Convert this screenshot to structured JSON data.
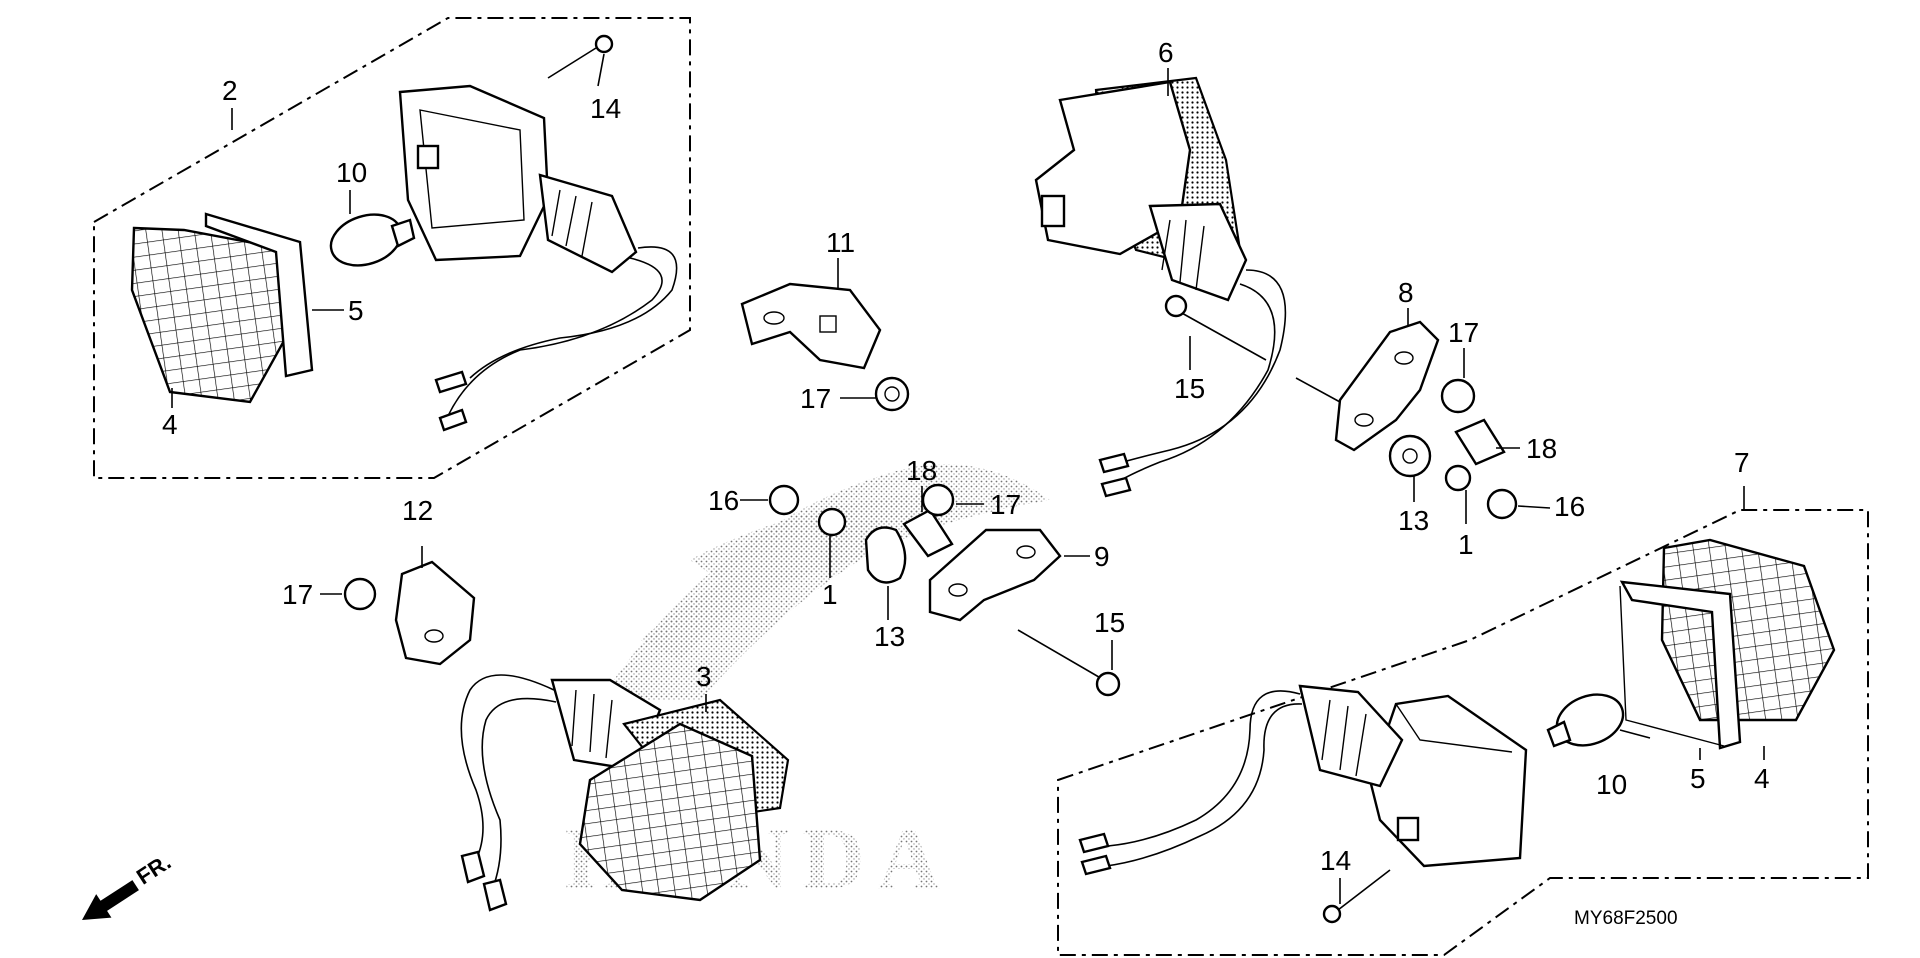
{
  "diagram_code": "MY68F2500",
  "direction_label": "FR.",
  "watermark_text": "HONDA",
  "callouts": {
    "c1_left": "1",
    "c1_right": "1",
    "c2": "2",
    "c3": "3",
    "c4_left": "4",
    "c4_right": "4",
    "c5_left": "5",
    "c5_right": "5",
    "c6": "6",
    "c7": "7",
    "c8": "8",
    "c9": "9",
    "c10_left": "10",
    "c10_right": "10",
    "c11": "11",
    "c12": "12",
    "c13_left": "13",
    "c13_right": "13",
    "c14_top": "14",
    "c14_bottom": "14",
    "c15_top": "15",
    "c15_bottom": "15",
    "c16_left": "16",
    "c16_right": "16",
    "c17_a": "17",
    "c17_b": "17",
    "c17_c": "17",
    "c17_d": "17",
    "c18_left": "18",
    "c18_right": "18"
  },
  "colors": {
    "ink": "#000000",
    "paper": "#ffffff"
  },
  "icons": [
    "front-arrow-icon",
    "honda-wing-watermark"
  ]
}
